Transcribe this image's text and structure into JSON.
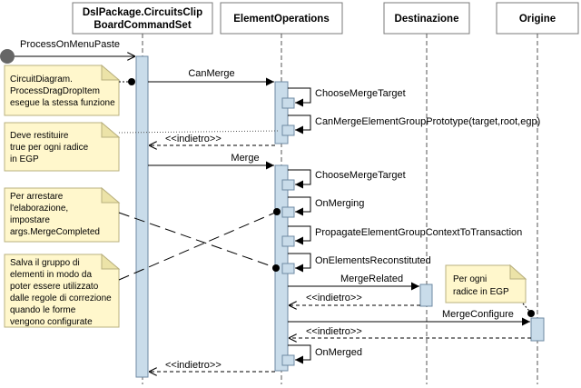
{
  "lifelines": [
    {
      "id": "cmdset",
      "title_lines": [
        "DslPackage.CircuitsClip",
        "BoardCommandSet"
      ]
    },
    {
      "id": "elemops",
      "title_lines": [
        "ElementOperations"
      ]
    },
    {
      "id": "dest",
      "title_lines": [
        "Destinazione"
      ]
    },
    {
      "id": "orig",
      "title_lines": [
        "Origine"
      ]
    }
  ],
  "messages": {
    "process_on_menu_paste": "ProcessOnMenuPaste",
    "can_merge": "CanMerge",
    "choose_merge_target_1": "ChooseMergeTarget",
    "can_merge_egp": "CanMergeElementGroupPrototype(target,root,egp)",
    "return_1": "<<indietro>>",
    "merge": "Merge",
    "choose_merge_target_2": "ChooseMergeTarget",
    "on_merging": "OnMerging",
    "propagate": "PropagateElementGroupContextToTransaction",
    "on_elements_reconstituted": "OnElementsReconstituted",
    "merge_related": "MergeRelated",
    "return_2": "<<indietro>>",
    "merge_configure": "MergeConfigure",
    "return_3": "<<indietro>>",
    "on_merged": "OnMerged",
    "return_4": "<<indietro>>"
  },
  "notes": {
    "note_drag_drop": [
      "CircuitDiagram.",
      "ProcessDragDropItem",
      "esegue la stessa funzione"
    ],
    "note_return_true": [
      "Deve restituire",
      "true per ogni radice",
      "in EGP"
    ],
    "note_stop": [
      "Per arrestare",
      "l'elaborazione,",
      "impostare",
      "args.MergeCompleted"
    ],
    "note_save_group": [
      "Salva il gruppo di",
      "elementi in modo da",
      "poter essere utilizzato",
      "dalle regole di correzione",
      "quando le forme",
      "vengono configurate"
    ],
    "note_per_root": [
      "Per ogni",
      "radice in EGP"
    ]
  }
}
